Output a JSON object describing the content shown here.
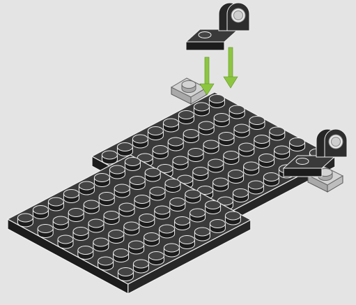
{
  "canvas": {
    "background": "#e4e4e4",
    "step_type": "lego-assembly-instruction"
  },
  "colors": {
    "plate_top": "#3a3a3a",
    "plate_side": "#262626",
    "plate_front": "#1c1c1c",
    "stud_top": "#444444",
    "outline": "#f0f0f0",
    "light_part_top": "#d3d3d3",
    "light_part_side": "#a9a9a9",
    "arrow": "#8cc63f"
  },
  "parts": [
    {
      "name": "back-plate",
      "color": "black",
      "kind": "plate",
      "studs": "6x8"
    },
    {
      "name": "front-plate",
      "color": "black",
      "kind": "plate",
      "studs": "6x8"
    },
    {
      "name": "light-gray-plate-left",
      "color": "light-gray",
      "kind": "plate",
      "studs": "1x1"
    },
    {
      "name": "light-gray-plate-right",
      "color": "light-gray",
      "kind": "plate",
      "studs": "1x1"
    },
    {
      "name": "black-pin-hole-brick-floating",
      "color": "black",
      "kind": "plate-with-pin-hole"
    },
    {
      "name": "black-pin-hole-brick-mounted",
      "color": "black",
      "kind": "plate-with-pin-hole"
    }
  ],
  "arrows": [
    {
      "name": "placement-arrow-left",
      "direction": "down",
      "color": "green"
    },
    {
      "name": "placement-arrow-right",
      "direction": "down",
      "color": "green"
    }
  ]
}
